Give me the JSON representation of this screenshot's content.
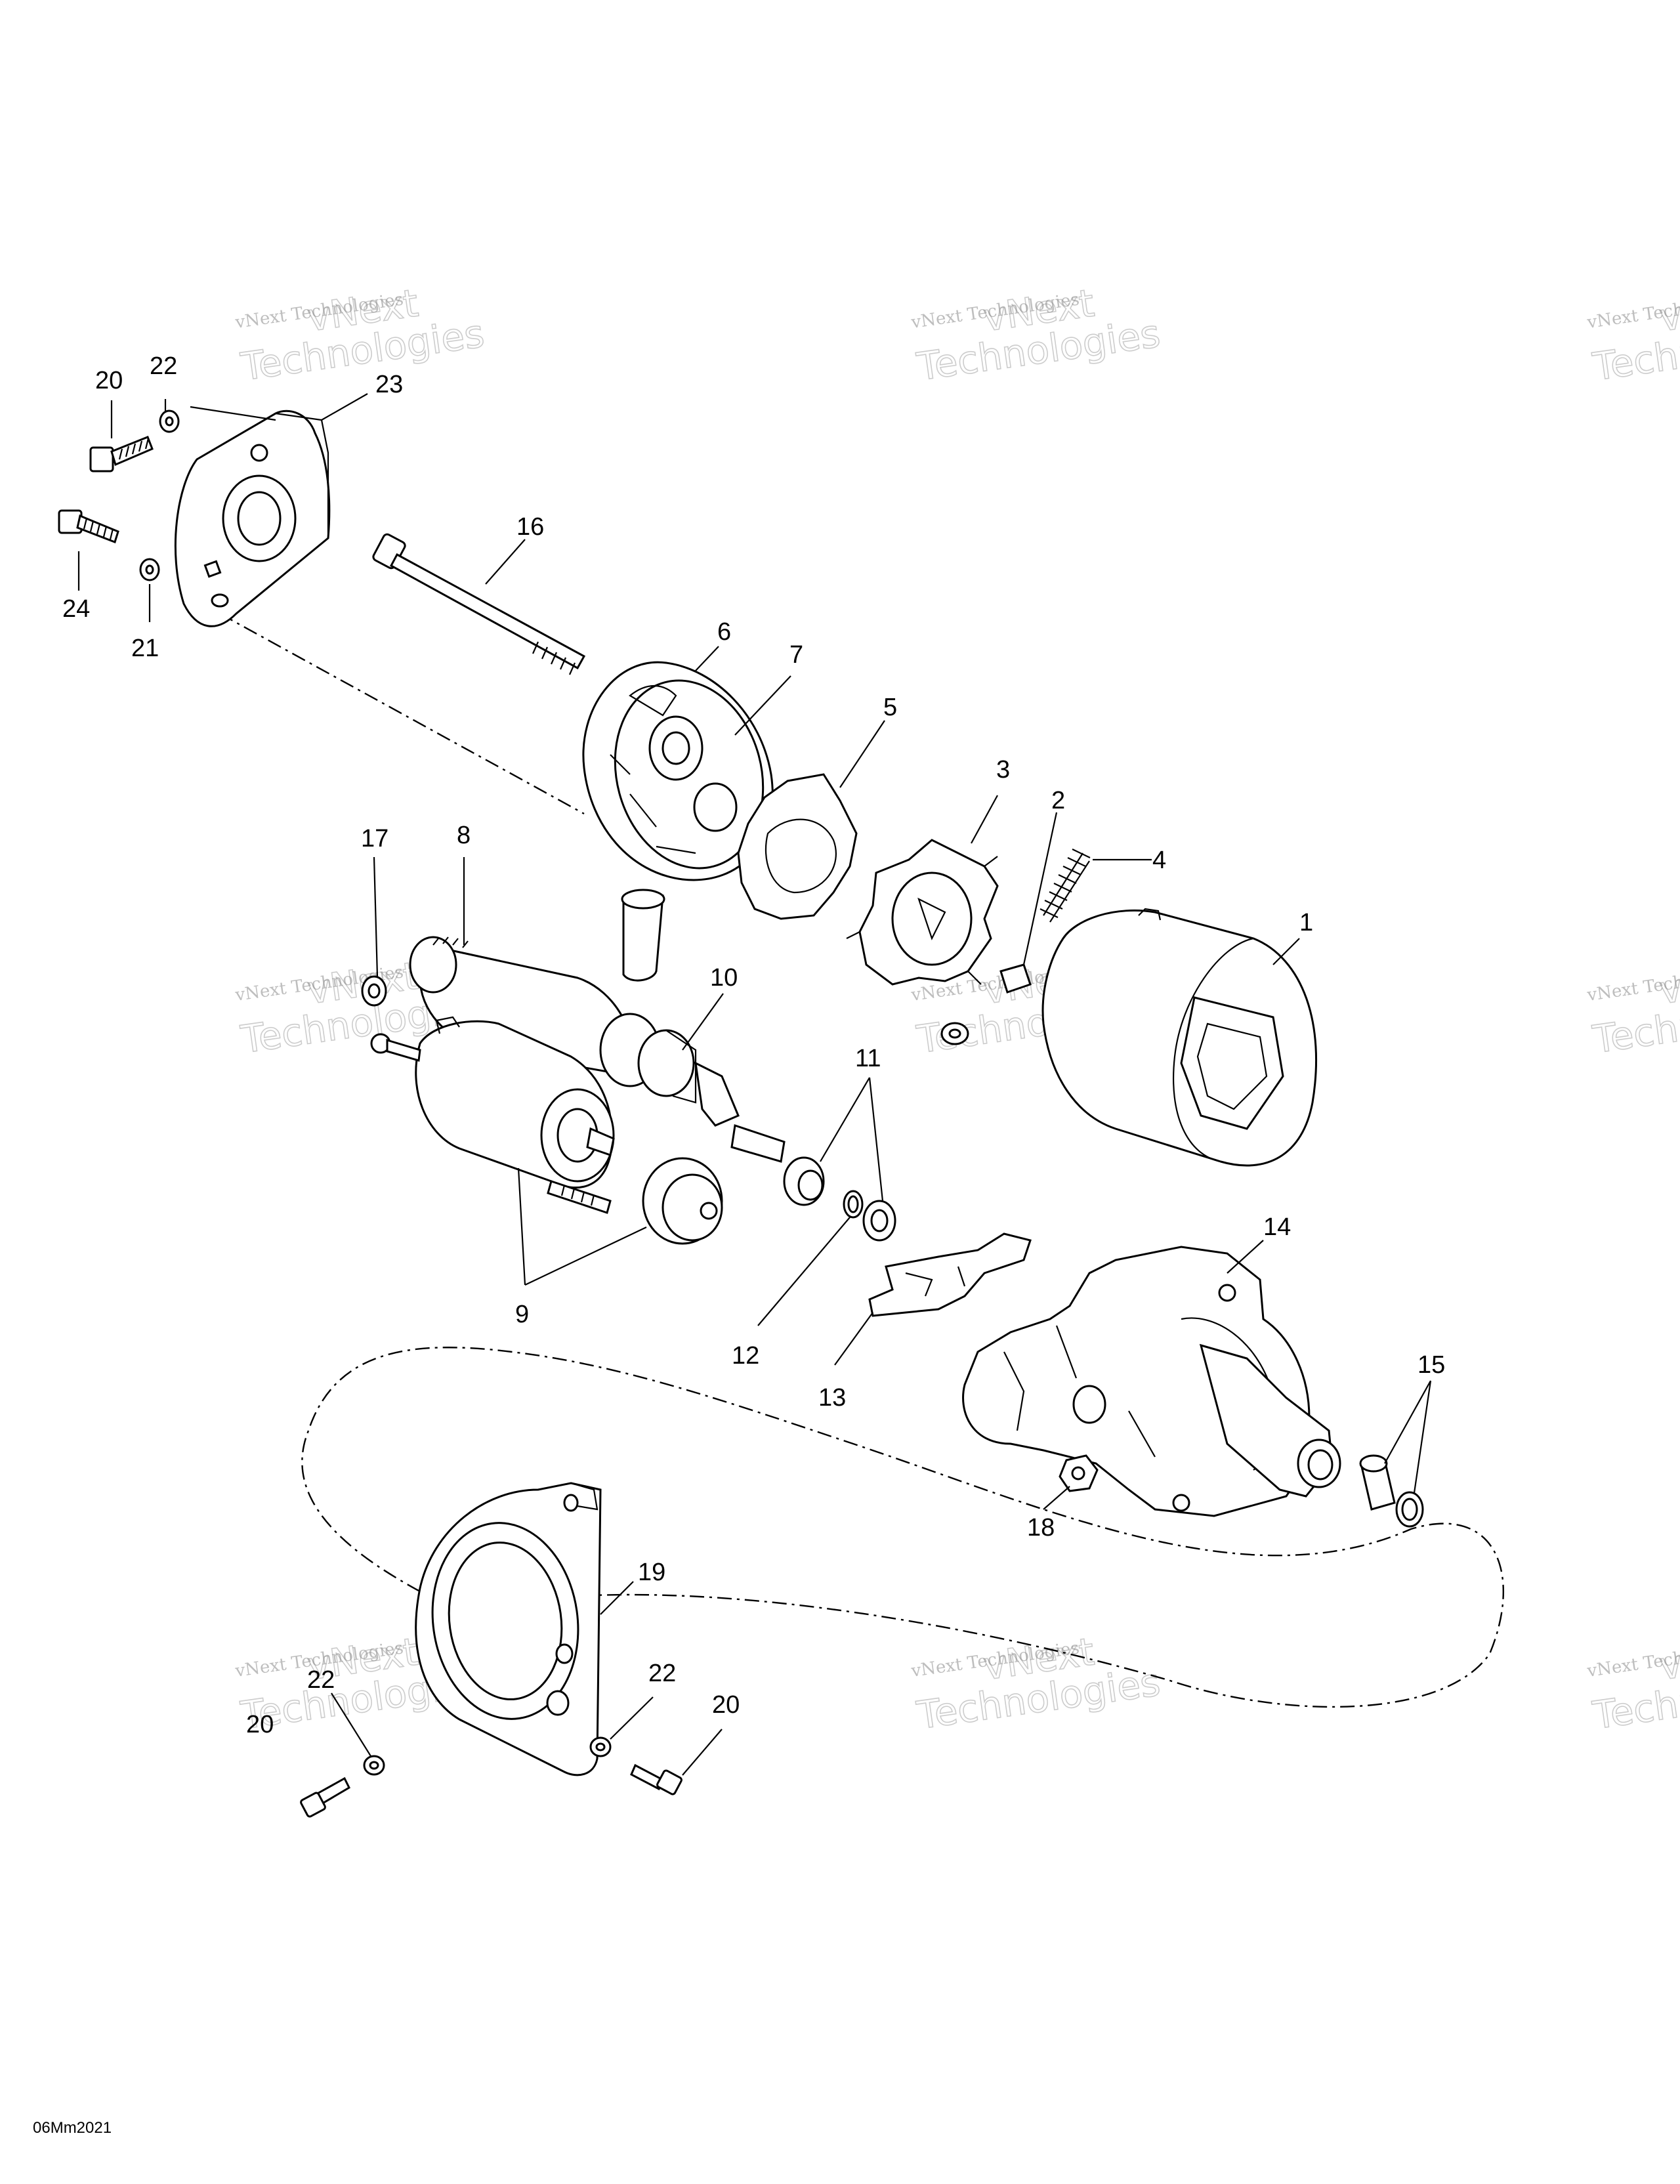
{
  "watermark": {
    "line1": "vNext Technologies",
    "line2": "vNext",
    "line3": "Technologies"
  },
  "figure_code": "06Mm2021",
  "callouts": [
    {
      "id": "c20a",
      "text": "20"
    },
    {
      "id": "c22a",
      "text": "22"
    },
    {
      "id": "c23",
      "text": "23"
    },
    {
      "id": "c24",
      "text": "24"
    },
    {
      "id": "c21",
      "text": "21"
    },
    {
      "id": "c16",
      "text": "16"
    },
    {
      "id": "c6",
      "text": "6"
    },
    {
      "id": "c7",
      "text": "7"
    },
    {
      "id": "c5",
      "text": "5"
    },
    {
      "id": "c3",
      "text": "3"
    },
    {
      "id": "c2",
      "text": "2"
    },
    {
      "id": "c4",
      "text": "4"
    },
    {
      "id": "c1",
      "text": "1"
    },
    {
      "id": "c17",
      "text": "17"
    },
    {
      "id": "c8",
      "text": "8"
    },
    {
      "id": "c10",
      "text": "10"
    },
    {
      "id": "c11",
      "text": "11"
    },
    {
      "id": "c9",
      "text": "9"
    },
    {
      "id": "c12",
      "text": "12"
    },
    {
      "id": "c13",
      "text": "13"
    },
    {
      "id": "c14",
      "text": "14"
    },
    {
      "id": "c15",
      "text": "15"
    },
    {
      "id": "c18",
      "text": "18"
    },
    {
      "id": "c19",
      "text": "19"
    },
    {
      "id": "c22b",
      "text": "22"
    },
    {
      "id": "c20b",
      "text": "20"
    },
    {
      "id": "c22c",
      "text": "22"
    },
    {
      "id": "c20c",
      "text": "20"
    }
  ]
}
